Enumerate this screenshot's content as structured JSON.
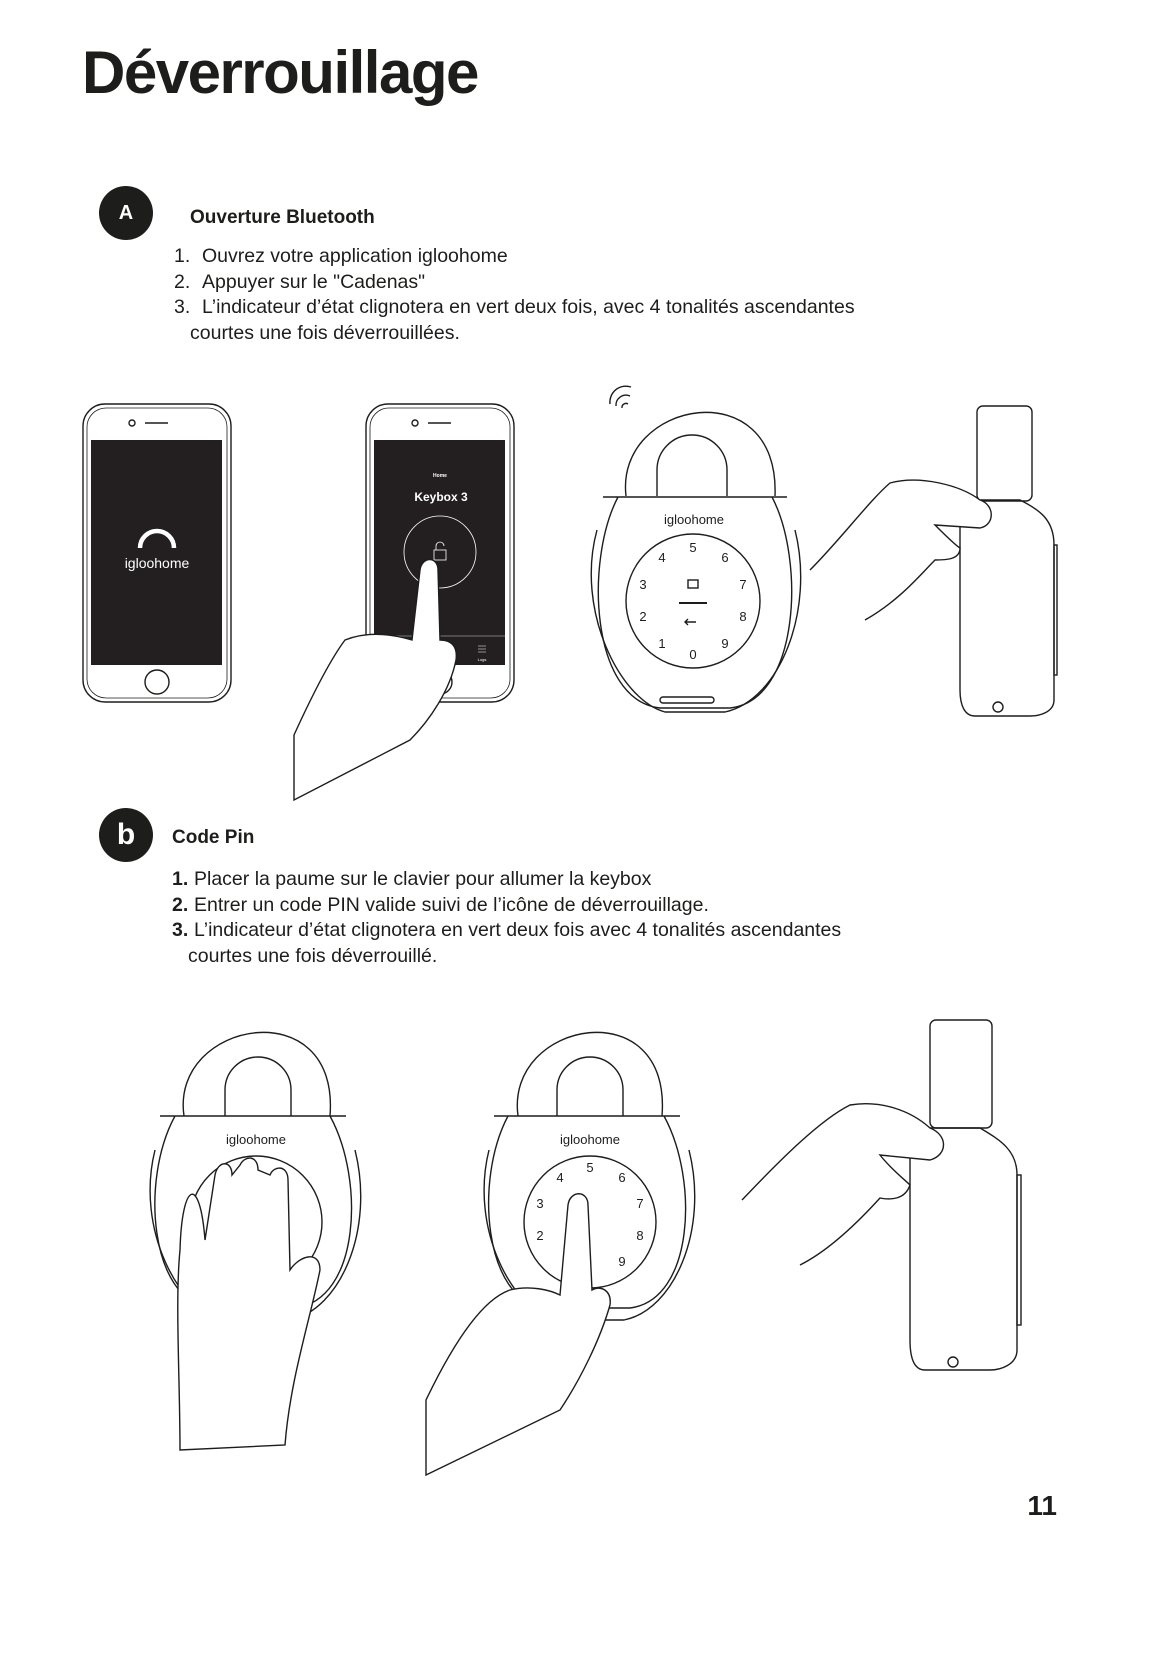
{
  "title": "Déverrouillage",
  "page_number": "11",
  "section_a": {
    "badge": "A",
    "heading": "Ouverture Bluetooth",
    "steps": [
      {
        "num": "1.",
        "text": "Ouvrez votre application igloohome"
      },
      {
        "num": "2.",
        "text": "Appuyer sur le \"Cadenas\""
      },
      {
        "num": "3.",
        "text": "L’indicateur d’état clignotera en vert deux fois, avec 4 tonalités ascendantes",
        "cont": "courtes une fois déverrouillées."
      }
    ],
    "phone1": {
      "logo": "igloohome"
    },
    "phone2": {
      "breadcrumb": "Home",
      "device": "Keybox 3",
      "logs": "Logs"
    }
  },
  "section_b": {
    "badge": "b",
    "heading": "Code Pin",
    "steps": [
      {
        "num": "1.",
        "text": "Placer la paume sur le clavier pour allumer la keybox"
      },
      {
        "num": "2.",
        "text": "Entrer un code PIN valide suivi de l’icône de déverrouillage."
      },
      {
        "num": "3.",
        "text": "L’indicateur d’état clignotera en vert deux fois avec 4 tonalités ascendantes",
        "cont": "courtes une fois déverrouillé."
      }
    ]
  },
  "keybox": {
    "brand": "igloohome",
    "keys": [
      "0",
      "1",
      "2",
      "3",
      "4",
      "5",
      "6",
      "7",
      "8",
      "9"
    ]
  },
  "colors": {
    "ink": "#1d1d1b",
    "screen": "#231f20"
  }
}
